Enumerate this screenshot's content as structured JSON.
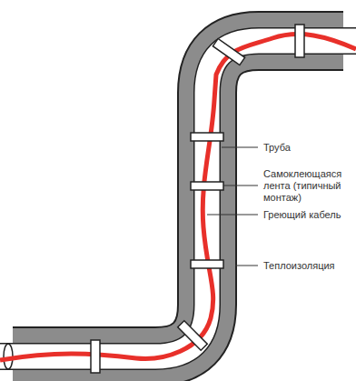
{
  "diagram": {
    "labels": [
      "Труба",
      "Самоклеющаяся лента (типичный монтаж)",
      "Греющий кабель",
      "Теплоизоляция"
    ]
  }
}
